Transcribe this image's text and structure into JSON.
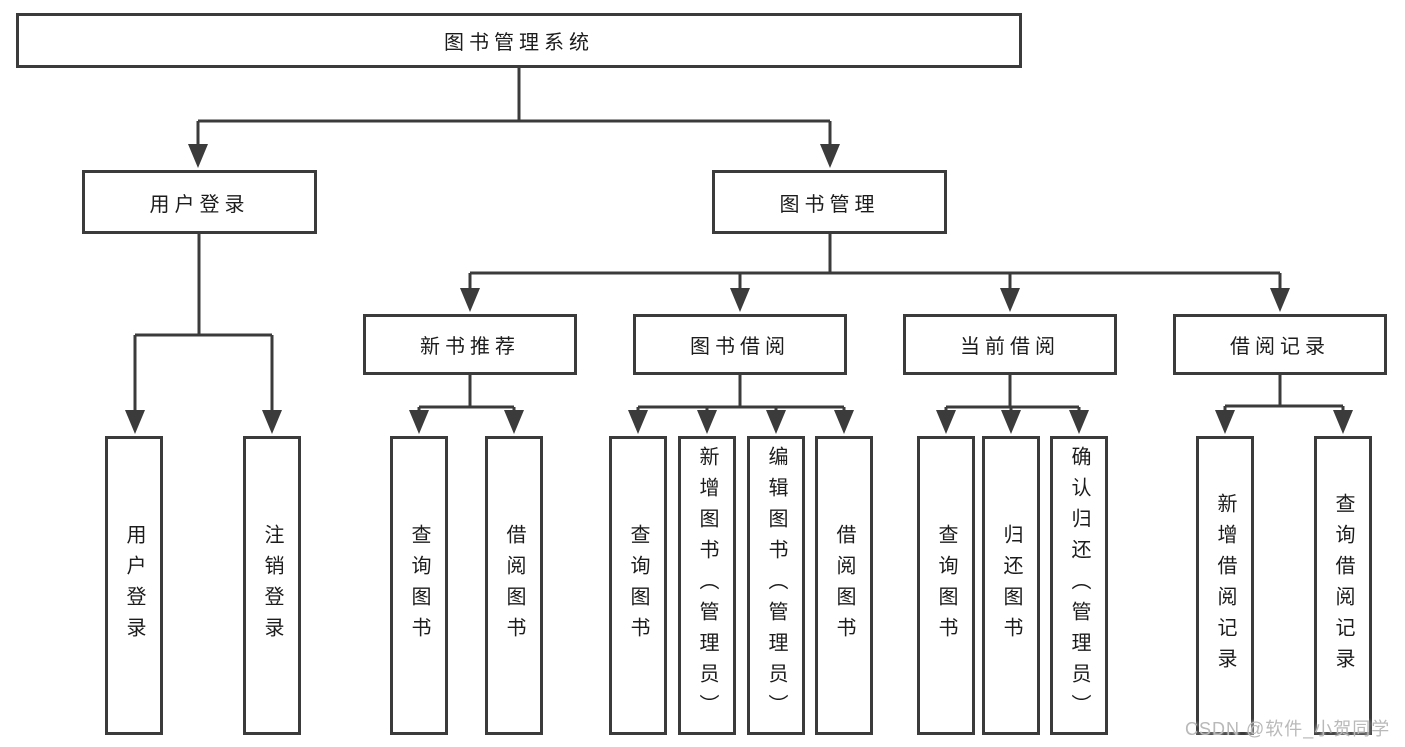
{
  "root": {
    "label": "图书管理系统"
  },
  "user_login": {
    "label": "用户登录",
    "children": [
      {
        "label": "用户登录"
      },
      {
        "label": "注销登录"
      }
    ]
  },
  "book_mgmt": {
    "label": "图书管理",
    "sections": [
      {
        "label": "新书推荐",
        "children": [
          {
            "label": "查询图书"
          },
          {
            "label": "借阅图书"
          }
        ]
      },
      {
        "label": "图书借阅",
        "children": [
          {
            "label": "查询图书"
          },
          {
            "label": "新增图书（管理员）"
          },
          {
            "label": "编辑图书（管理员）"
          },
          {
            "label": "借阅图书"
          }
        ]
      },
      {
        "label": "当前借阅",
        "children": [
          {
            "label": "查询图书"
          },
          {
            "label": "归还图书"
          },
          {
            "label": "确认归还（管理员）"
          }
        ]
      },
      {
        "label": "借阅记录",
        "children": [
          {
            "label": "新增借阅记录"
          },
          {
            "label": "查询借阅记录"
          }
        ]
      }
    ]
  },
  "watermark": "CSDN @软件_小贺同学",
  "colors": {
    "line": "#3b3b3b",
    "text": "#1c1c1c",
    "watermark_text": "#b9b9b9",
    "background": "#ffffff"
  }
}
